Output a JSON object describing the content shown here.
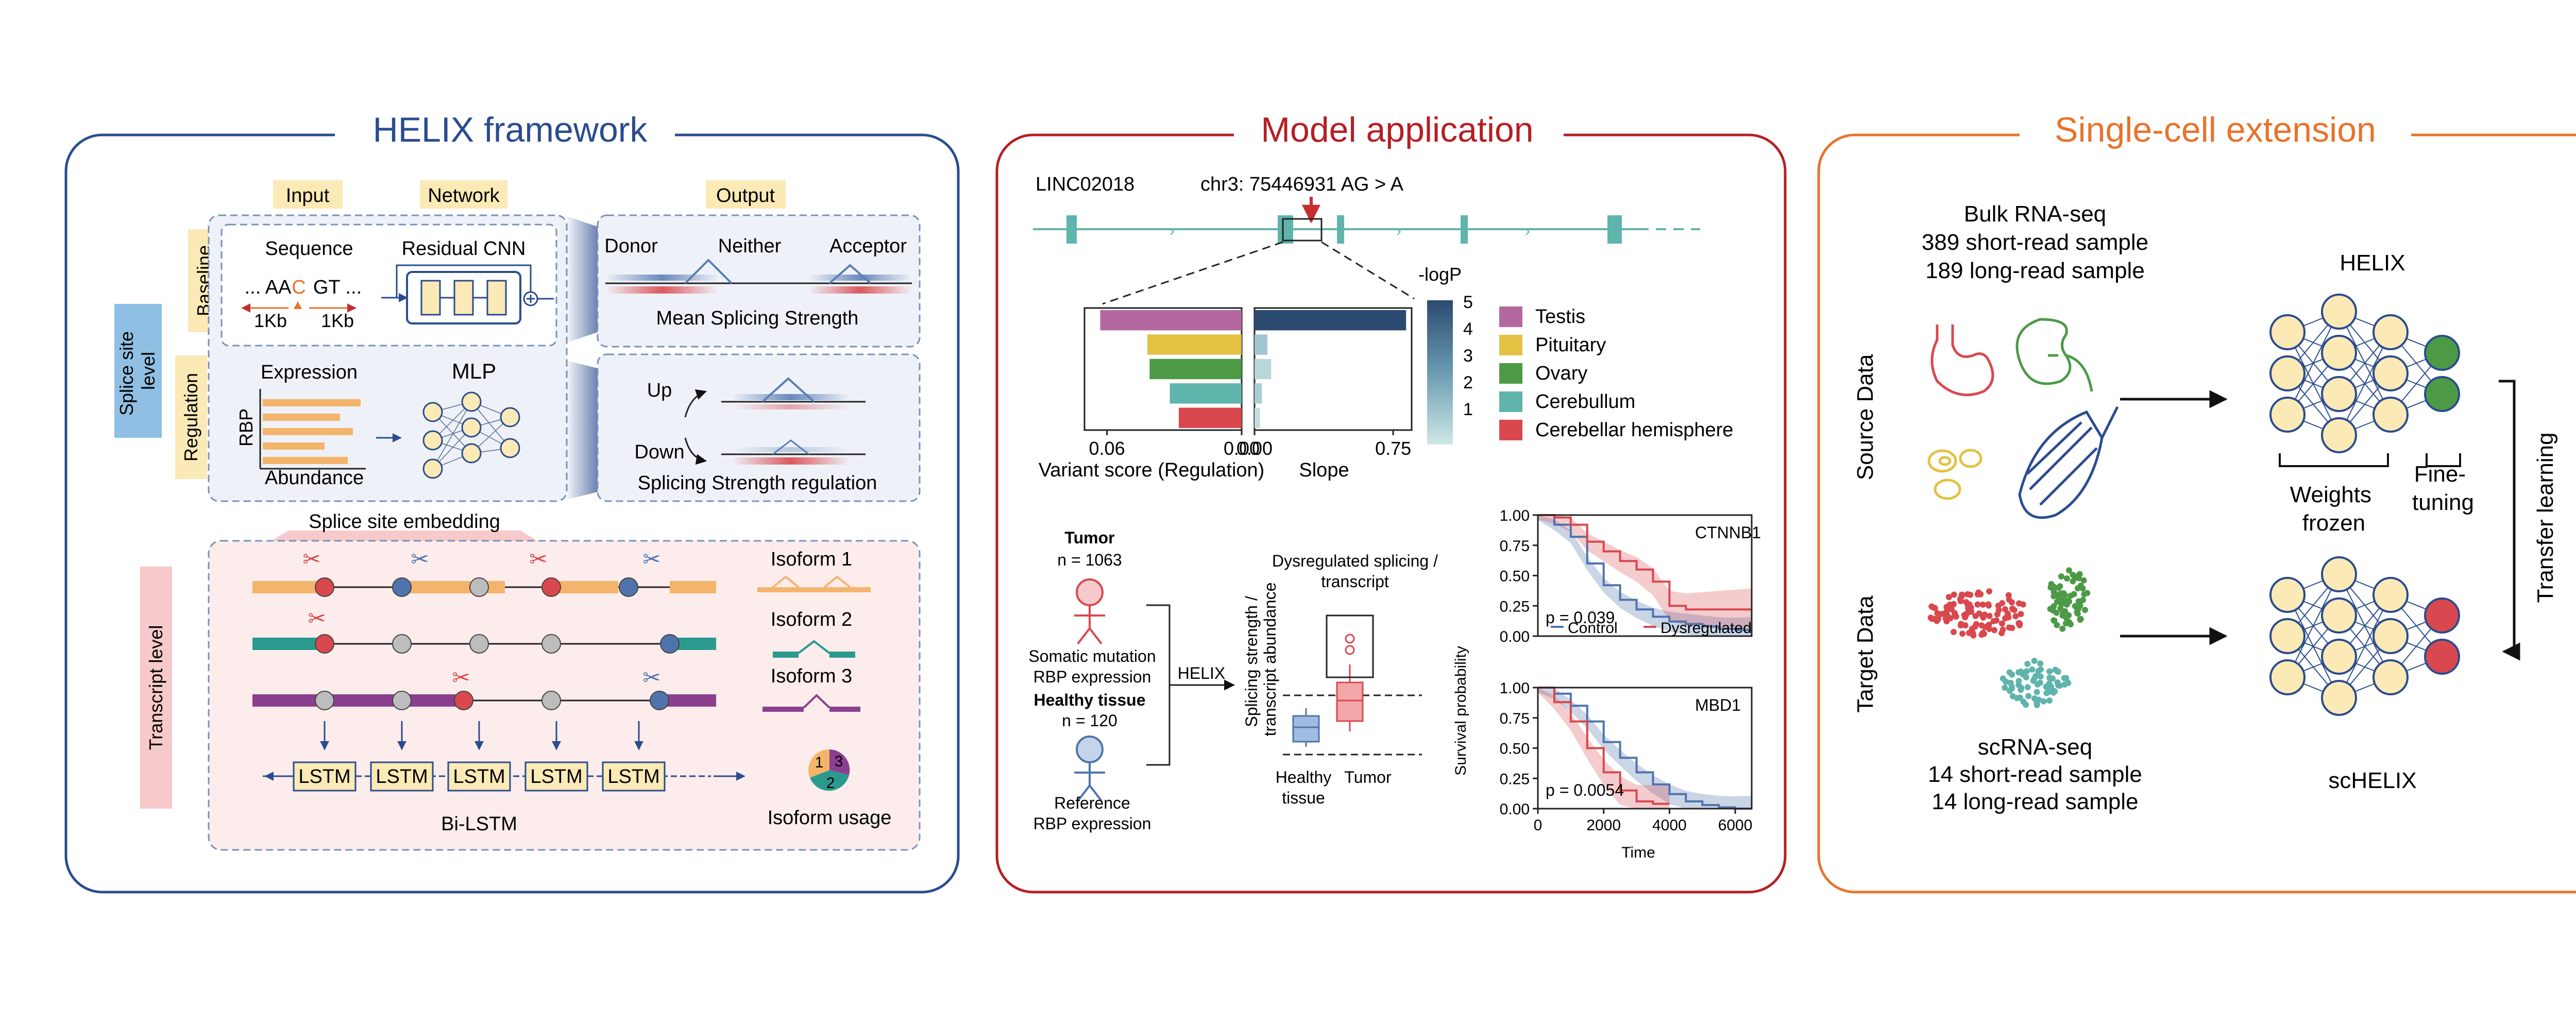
{
  "panels": {
    "helix": {
      "title": "HELIX framework",
      "color": "#2a4c8f"
    },
    "model": {
      "title": "Model application",
      "color": "#b51f24"
    },
    "single_cell": {
      "title": "Single-cell extension",
      "color": "#e8732a"
    }
  },
  "helix_framework": {
    "headers": {
      "input": "Input",
      "network": "Network",
      "output": "Output"
    },
    "left_labels": {
      "splice_site_level": [
        "Splice site",
        "level"
      ],
      "baseline": "Baseline",
      "regulation": "Regulation",
      "transcript_level": "Transcript level"
    },
    "baseline": {
      "sequence_label": "Sequence",
      "sequence_text_a": "... AA",
      "sequence_c": "C",
      "sequence_text_b": "GT ...",
      "flank_left": "1Kb",
      "flank_right": "1Kb",
      "network": "Residual CNN"
    },
    "regulation": {
      "expression": "Expression",
      "rbp": "RBP",
      "abundance": "Abundance",
      "network": "MLP"
    },
    "output_top": {
      "donor": "Donor",
      "neither": "Neither",
      "acceptor": "Acceptor",
      "caption": "Mean Splicing Strength"
    },
    "output_bottom": {
      "up": "Up",
      "down": "Down",
      "caption": "Splicing Strength regulation"
    },
    "embedding_label": "Splice site embedding",
    "isoforms": [
      "Isoform 1",
      "Isoform 2",
      "Isoform 3"
    ],
    "lstm_label": "LSTM",
    "bilstm_label": "Bi-LSTM",
    "isoform_usage": "Isoform usage",
    "pie_labels": [
      "1",
      "2",
      "3"
    ]
  },
  "model_application": {
    "gene": "LINC02018",
    "variant": "chr3: 75446931 AG > A",
    "logp_label": "-logP",
    "colorbar_ticks": [
      "5",
      "4",
      "3",
      "2",
      "1"
    ],
    "variant_axis_label": "Variant score (Regulation)",
    "variant_ticks": [
      "0.06",
      "0.00"
    ],
    "slope_axis_label": "Slope",
    "slope_ticks": [
      "0.00",
      "0.75"
    ],
    "legend": [
      {
        "label": "Testis",
        "color": "#b3699f"
      },
      {
        "label": "Pituitary",
        "color": "#e3c244"
      },
      {
        "label": "Ovary",
        "color": "#4c9a46"
      },
      {
        "label": "Cerebullum",
        "color": "#5fb4ac"
      },
      {
        "label": "Cerebellar hemisphere",
        "color": "#d9484e"
      }
    ],
    "tumor": {
      "title": "Tumor",
      "n": "n = 1063",
      "desc": [
        "Somatic mutation",
        "RBP expression"
      ]
    },
    "healthy": {
      "title": "Healthy tissue",
      "n": "n = 120",
      "desc": [
        "Reference",
        "RBP expression"
      ]
    },
    "helix_arrow_label": "HELIX",
    "boxplot": {
      "title": [
        "Dysregulated splicing /",
        "transcript"
      ],
      "ylabel": [
        "Splicing strength /",
        "transcript abundance"
      ],
      "xlabels": [
        "Healthy",
        "Tumor"
      ],
      "xcaption": "tissue"
    },
    "survival": {
      "ylabel": "Survival probability",
      "xlabel": "Time",
      "yticks": [
        "1.00",
        "0.75",
        "0.50",
        "0.25",
        "0.00"
      ],
      "xticks": [
        "0",
        "2000",
        "4000",
        "6000"
      ],
      "legend": [
        "Control",
        "Dysregulated"
      ],
      "top": {
        "gene": "CTNNB1",
        "p": "p = 0.039"
      },
      "bottom": {
        "gene": "MBD1",
        "p": "p = 0.0054"
      }
    }
  },
  "single_cell_extension": {
    "bulk": [
      "Bulk RNA-seq",
      "389 short-read sample",
      "189 long-read sample"
    ],
    "sc": [
      "scRNA-seq",
      "14 short-read sample",
      "14 long-read sample"
    ],
    "source_data": "Source Data",
    "target_data": "Target Data",
    "helix": "HELIX",
    "schelix": "scHELIX",
    "weights_frozen": [
      "Weights",
      "frozen"
    ],
    "fine_tuning": [
      "Fine-",
      "tuning"
    ],
    "transfer_learning": "Transfer learning"
  },
  "chart_data": [
    {
      "type": "bar",
      "title": "",
      "xlabel": "Variant score (Regulation)",
      "categories": [
        "Testis",
        "Pituitary",
        "Ovary",
        "Cerebullum",
        "Cerebellar hemisphere"
      ],
      "values": [
        0.063,
        0.042,
        0.041,
        0.032,
        0.028
      ],
      "xlim": [
        0.07,
        0.0
      ]
    },
    {
      "type": "bar",
      "title": "",
      "xlabel": "Slope",
      "categories": [
        "Testis",
        "Pituitary",
        "Ovary",
        "Cerebullum",
        "Cerebellar hemisphere"
      ],
      "values": [
        0.82,
        0.07,
        0.09,
        0.04,
        0.03
      ],
      "logp": [
        5,
        1.5,
        1.0,
        1.3,
        0.8
      ],
      "xlim": [
        0.0,
        0.85
      ]
    },
    {
      "type": "line",
      "title": "CTNNB1",
      "xlabel": "Time",
      "ylabel": "Survival probability",
      "xlim": [
        0,
        6500
      ],
      "ylim": [
        0,
        1
      ],
      "series": [
        {
          "name": "Control",
          "x": [
            0,
            500,
            1000,
            1500,
            2000,
            2500,
            3000,
            3500,
            4000,
            4500,
            5000,
            5500,
            6000,
            6500
          ],
          "y": [
            1.0,
            0.92,
            0.82,
            0.6,
            0.42,
            0.3,
            0.22,
            0.16,
            0.12,
            0.1,
            0.08,
            0.06,
            0.05,
            0.05
          ]
        },
        {
          "name": "Dysregulated",
          "x": [
            0,
            500,
            1000,
            1500,
            2000,
            2500,
            3000,
            3500,
            4000,
            4500,
            5000,
            5500,
            6000,
            6500
          ],
          "y": [
            1.0,
            0.98,
            0.92,
            0.78,
            0.7,
            0.62,
            0.55,
            0.45,
            0.25,
            0.22,
            0.22,
            0.22,
            0.22,
            0.22
          ]
        }
      ]
    },
    {
      "type": "line",
      "title": "MBD1",
      "xlabel": "Time",
      "ylabel": "Survival probability",
      "xlim": [
        0,
        6500
      ],
      "ylim": [
        0,
        1
      ],
      "series": [
        {
          "name": "Control",
          "x": [
            0,
            500,
            1000,
            1500,
            2000,
            2500,
            3000,
            3500,
            4000,
            4500,
            5000,
            5500,
            6000,
            6500
          ],
          "y": [
            1.0,
            0.95,
            0.85,
            0.72,
            0.55,
            0.42,
            0.3,
            0.2,
            0.12,
            0.06,
            0.03,
            0.01,
            0.0,
            0.0
          ]
        },
        {
          "name": "Dysregulated",
          "x": [
            0,
            500,
            1000,
            1500,
            2000,
            2500,
            3000,
            3500,
            4000
          ],
          "y": [
            1.0,
            0.88,
            0.72,
            0.5,
            0.3,
            0.15,
            0.06,
            0.04,
            0.04
          ]
        }
      ]
    }
  ]
}
